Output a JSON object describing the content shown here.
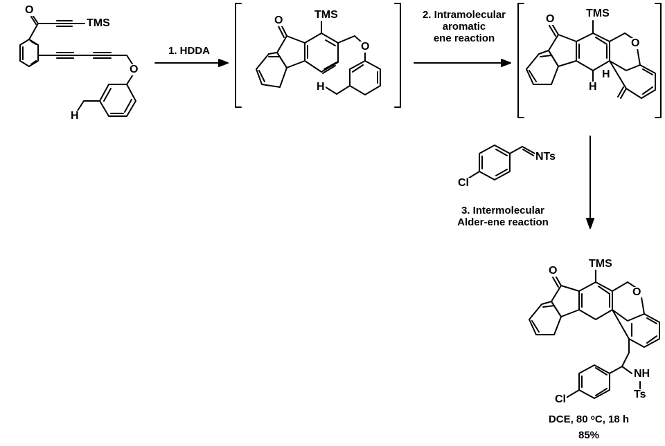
{
  "scheme": {
    "title": "HDDA / aromatic ene / Alder-ene cascade",
    "colors": {
      "ink": "#000000",
      "background": "#ffffff"
    },
    "steps": [
      {
        "id": "step1",
        "label": "1. HDDA",
        "arrow": "right"
      },
      {
        "id": "step2",
        "label_lines": [
          "2. Intramolecular",
          "aromatic",
          "ene reaction"
        ],
        "arrow": "right"
      },
      {
        "id": "step3",
        "label_lines": [
          "3. Intermolecular",
          "Alder-ene reaction"
        ],
        "arrow": "down",
        "reagent": {
          "labels": [
            "NTs",
            "Cl"
          ]
        }
      }
    ],
    "compounds": {
      "starting_material": {
        "atoms": [
          "O",
          "TMS",
          "O",
          "H"
        ]
      },
      "intermediate_1": {
        "bracketed": true,
        "atoms": [
          "O",
          "TMS",
          "O",
          "H"
        ]
      },
      "intermediate_2": {
        "bracketed": true,
        "atoms": [
          "O",
          "TMS",
          "O",
          "H",
          "H"
        ]
      },
      "product": {
        "atoms": [
          "O",
          "TMS",
          "O",
          "NH",
          "Ts",
          "Cl"
        ]
      }
    },
    "conditions": {
      "solvent_temp_time": "DCE, 80 °C, 18 h",
      "solvent": "DCE",
      "temperature": "80",
      "temperature_unit": "C",
      "time": "18 h",
      "yield": "85%"
    }
  }
}
